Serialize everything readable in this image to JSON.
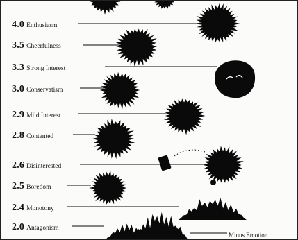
{
  "figure": {
    "ink_color": "#0a0a0a",
    "paper_color": "#fbfbf9",
    "shape_type": "spiky-blob"
  },
  "rows": [
    {
      "value": "4.0",
      "label": "Enthusiasm",
      "shape": "spiky-blob"
    },
    {
      "value": "3.5",
      "label": "Cheerfulness",
      "shape": "spiky-blob"
    },
    {
      "value": "3.3",
      "label": "Strong Interest",
      "shape": "round-blob"
    },
    {
      "value": "3.0",
      "label": "Conservatism",
      "shape": "spiky-blob"
    },
    {
      "value": "2.9",
      "label": "Mild Interest",
      "shape": "spiky-blob"
    },
    {
      "value": "2.8",
      "label": "Contented",
      "shape": "spiky-blob"
    },
    {
      "value": "2.6",
      "label": "Disinterested",
      "shape": "broken-blob"
    },
    {
      "value": "2.5",
      "label": "Boredom",
      "shape": "spiky-blob"
    },
    {
      "value": "2.4",
      "label": "Monotony",
      "shape": "flat-mound"
    },
    {
      "value": "2.0",
      "label": "Antagonism",
      "shape": "flat-mound"
    }
  ],
  "side_note": "Minus Emotion"
}
